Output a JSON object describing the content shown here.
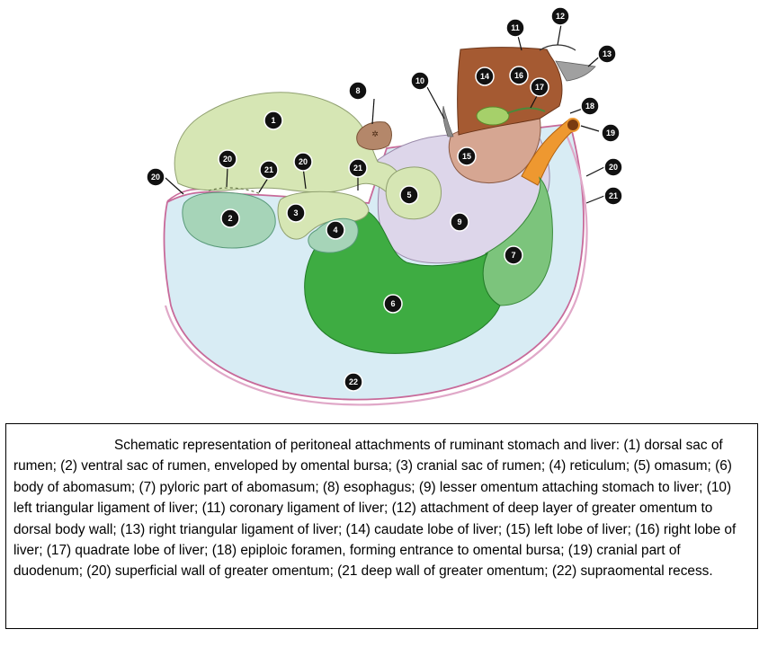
{
  "figure": {
    "markers": [
      "1",
      "2",
      "3",
      "4",
      "5",
      "6",
      "7",
      "8",
      "9",
      "10",
      "11",
      "12",
      "13",
      "14",
      "15",
      "16",
      "17",
      "18",
      "19",
      "20",
      "21",
      "22"
    ]
  },
  "caption": {
    "text": "Schematic representation of peritoneal attachments of ruminant stomach and liver: (1) dorsal sac of rumen; (2) ventral sac of rumen, enveloped by omental bursa; (3) cranial sac of rumen; (4) reticulum; (5) omasum; (6) body of abomasum; (7) pyloric part of abomasum; (8) esophagus; (9) lesser omentum attaching stomach to liver; (10) left triangular ligament of liver; (11) coronary ligament of liver; (12) attachment of deep layer of greater omentum to dorsal body wall; (13) right triangular ligament of liver; (14) caudate lobe of liver; (15) left lobe of liver; (16) right lobe of liver; (17) quadrate lobe of liver; (18) epiploic foramen, forming entrance to omental bursa; (19) cranial part of duodenum; (20) superficial wall of greater omentum; (21 deep wall of greater omentum; (22) supraomental recess."
  },
  "colors": {
    "rumen_dorsal": "#d6e6b4",
    "rumen_ventral": "#a6d4b8",
    "supraomental_recess": "#d8ecf4",
    "lesser_omentum": "#ddd6ea",
    "abomasum_body": "#3eac42",
    "abomasum_pylorus": "#7cc47c",
    "liver_dark": "#a55a32",
    "liver_light": "#d6a692",
    "gallbladder": "#a6d06a",
    "duodenum": "#ee9830",
    "esophagus": "#b4876a",
    "omentum_line": "#d080a8"
  }
}
